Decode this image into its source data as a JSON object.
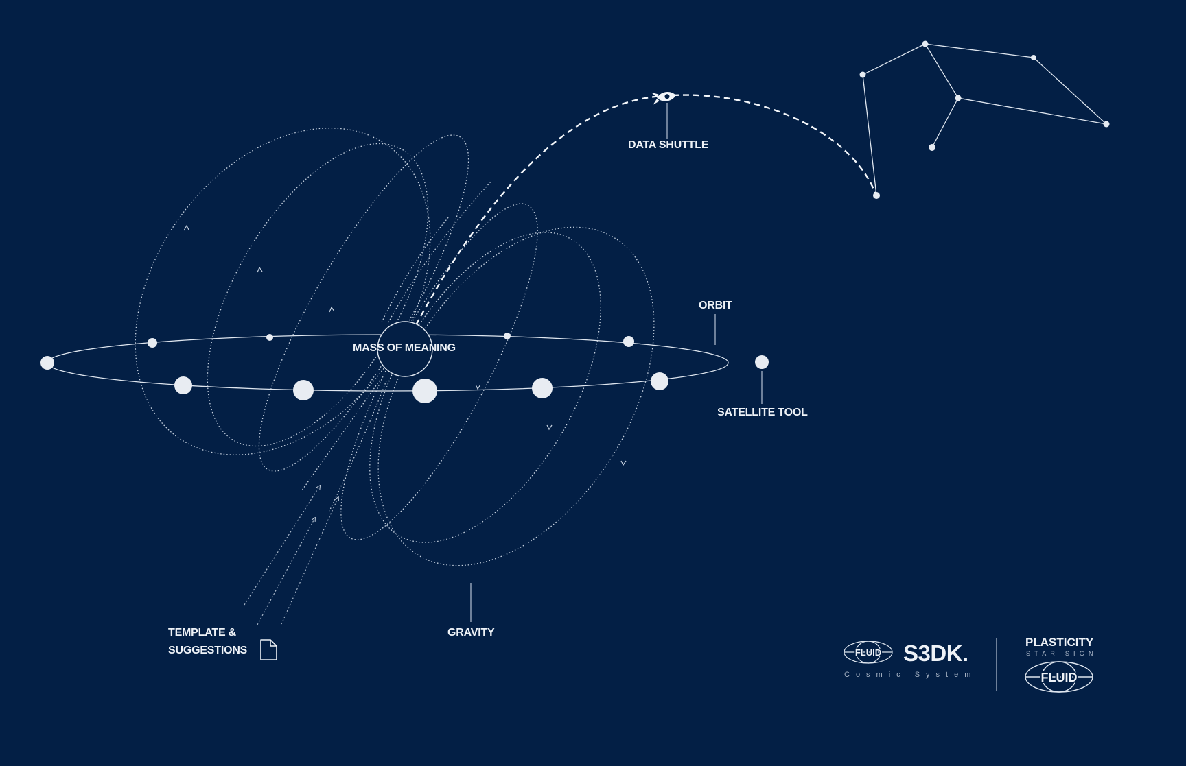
{
  "labels": {
    "mass": "MASS OF MEANING",
    "orbit": "ORBIT",
    "satellite": "SATELLITE TOOL",
    "shuttle": "DATA SHUTTLE",
    "template_line1": "TEMPLATE &",
    "template_line2": "SUGGESTIONS",
    "gravity": "GRAVITY"
  },
  "branding": {
    "fluid_logo_text": "FLUID",
    "product": "S3DK.",
    "product_tagline": "Cosmic System",
    "partner": "PLASTICITY",
    "partner_tagline": "STAR SIGN",
    "partner_logo_text": "FLUID"
  },
  "colors": {
    "background": "#031f45",
    "foreground": "#e9eef5"
  },
  "icons": {
    "shuttle": "rocket-icon",
    "template": "document-icon"
  }
}
